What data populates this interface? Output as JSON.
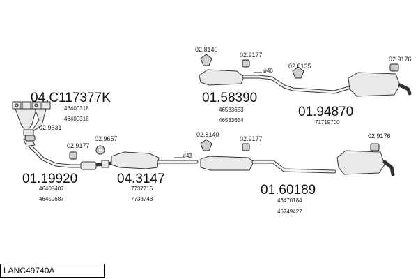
{
  "parts": {
    "manifold": {
      "code": "04.C117377K",
      "refs": [
        "46400318",
        "46400318"
      ]
    },
    "front_pipe": {
      "code": "01.19920",
      "refs": [
        "46408407",
        "46459687"
      ]
    },
    "catalyst": {
      "code": "04.3147",
      "refs": [
        "7737715",
        "7738743"
      ]
    },
    "mid_upper": {
      "code": "01.58390",
      "refs": [
        "46533653",
        "46533654"
      ]
    },
    "rear_upper": {
      "code": "01.94870",
      "refs": [
        "71719700"
      ]
    },
    "rear_lower": {
      "code": "01.60189",
      "refs": [
        "46470184",
        "46749427"
      ]
    }
  },
  "hardware": {
    "h1": "02.9531",
    "h2": "02.9177",
    "h3": "02.9657",
    "h4": "02.8140",
    "h5": "02.9177",
    "h6": "02.9176",
    "h7": "02.8140",
    "h8": "02.9177",
    "h9": "02.8135",
    "h10": "02.9176"
  },
  "dims": {
    "d40": "ø40",
    "d43": "ø43"
  },
  "footer": {
    "label": "LANC49740A"
  }
}
